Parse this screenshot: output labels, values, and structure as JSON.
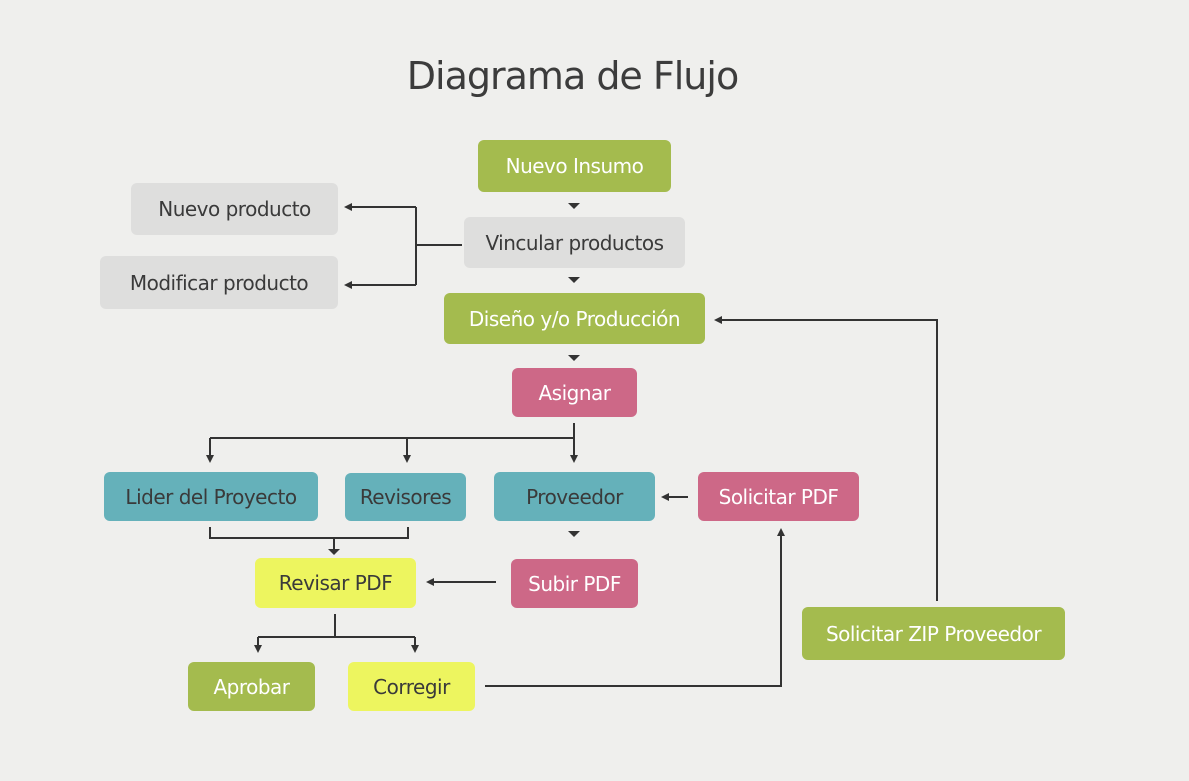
{
  "title": "Diagrama de Flujo",
  "nodes": {
    "nuevo_insumo": "Nuevo Insumo",
    "nuevo_producto": "Nuevo producto",
    "vincular_productos": "Vincular productos",
    "modificar_producto": "Modificar producto",
    "diseno_produccion": "Diseño y/o Producción",
    "asignar": "Asignar",
    "lider_proyecto": "Lider del Proyecto",
    "revisores": "Revisores",
    "proveedor": "Proveedor",
    "solicitar_pdf": "Solicitar PDF",
    "revisar_pdf": "Revisar PDF",
    "subir_pdf": "Subir PDF",
    "solicitar_zip": "Solicitar ZIP Proveedor",
    "aprobar": "Aprobar",
    "corregir": "Corregir"
  },
  "colors": {
    "green": "#a4bb4e",
    "gray": "#dededd",
    "pink": "#cd6887",
    "teal": "#65b1ba",
    "yellow": "#edf55f",
    "line": "#333333",
    "background": "#efefed"
  },
  "edges": [
    [
      "Nuevo Insumo",
      "Vincular productos"
    ],
    [
      "Vincular productos",
      "Nuevo producto"
    ],
    [
      "Vincular productos",
      "Modificar producto"
    ],
    [
      "Vincular productos",
      "Diseño y/o Producción"
    ],
    [
      "Diseño y/o Producción",
      "Asignar"
    ],
    [
      "Asignar",
      "Lider del Proyecto"
    ],
    [
      "Asignar",
      "Revisores"
    ],
    [
      "Asignar",
      "Proveedor"
    ],
    [
      "Solicitar PDF",
      "Proveedor"
    ],
    [
      "Lider del Proyecto",
      "Revisar PDF"
    ],
    [
      "Revisores",
      "Revisar PDF"
    ],
    [
      "Proveedor",
      "Subir PDF"
    ],
    [
      "Subir PDF",
      "Revisar PDF"
    ],
    [
      "Revisar PDF",
      "Aprobar"
    ],
    [
      "Revisar PDF",
      "Corregir"
    ],
    [
      "Corregir",
      "Solicitar PDF"
    ],
    [
      "Solicitar ZIP Proveedor",
      "Diseño y/o Producción"
    ]
  ]
}
